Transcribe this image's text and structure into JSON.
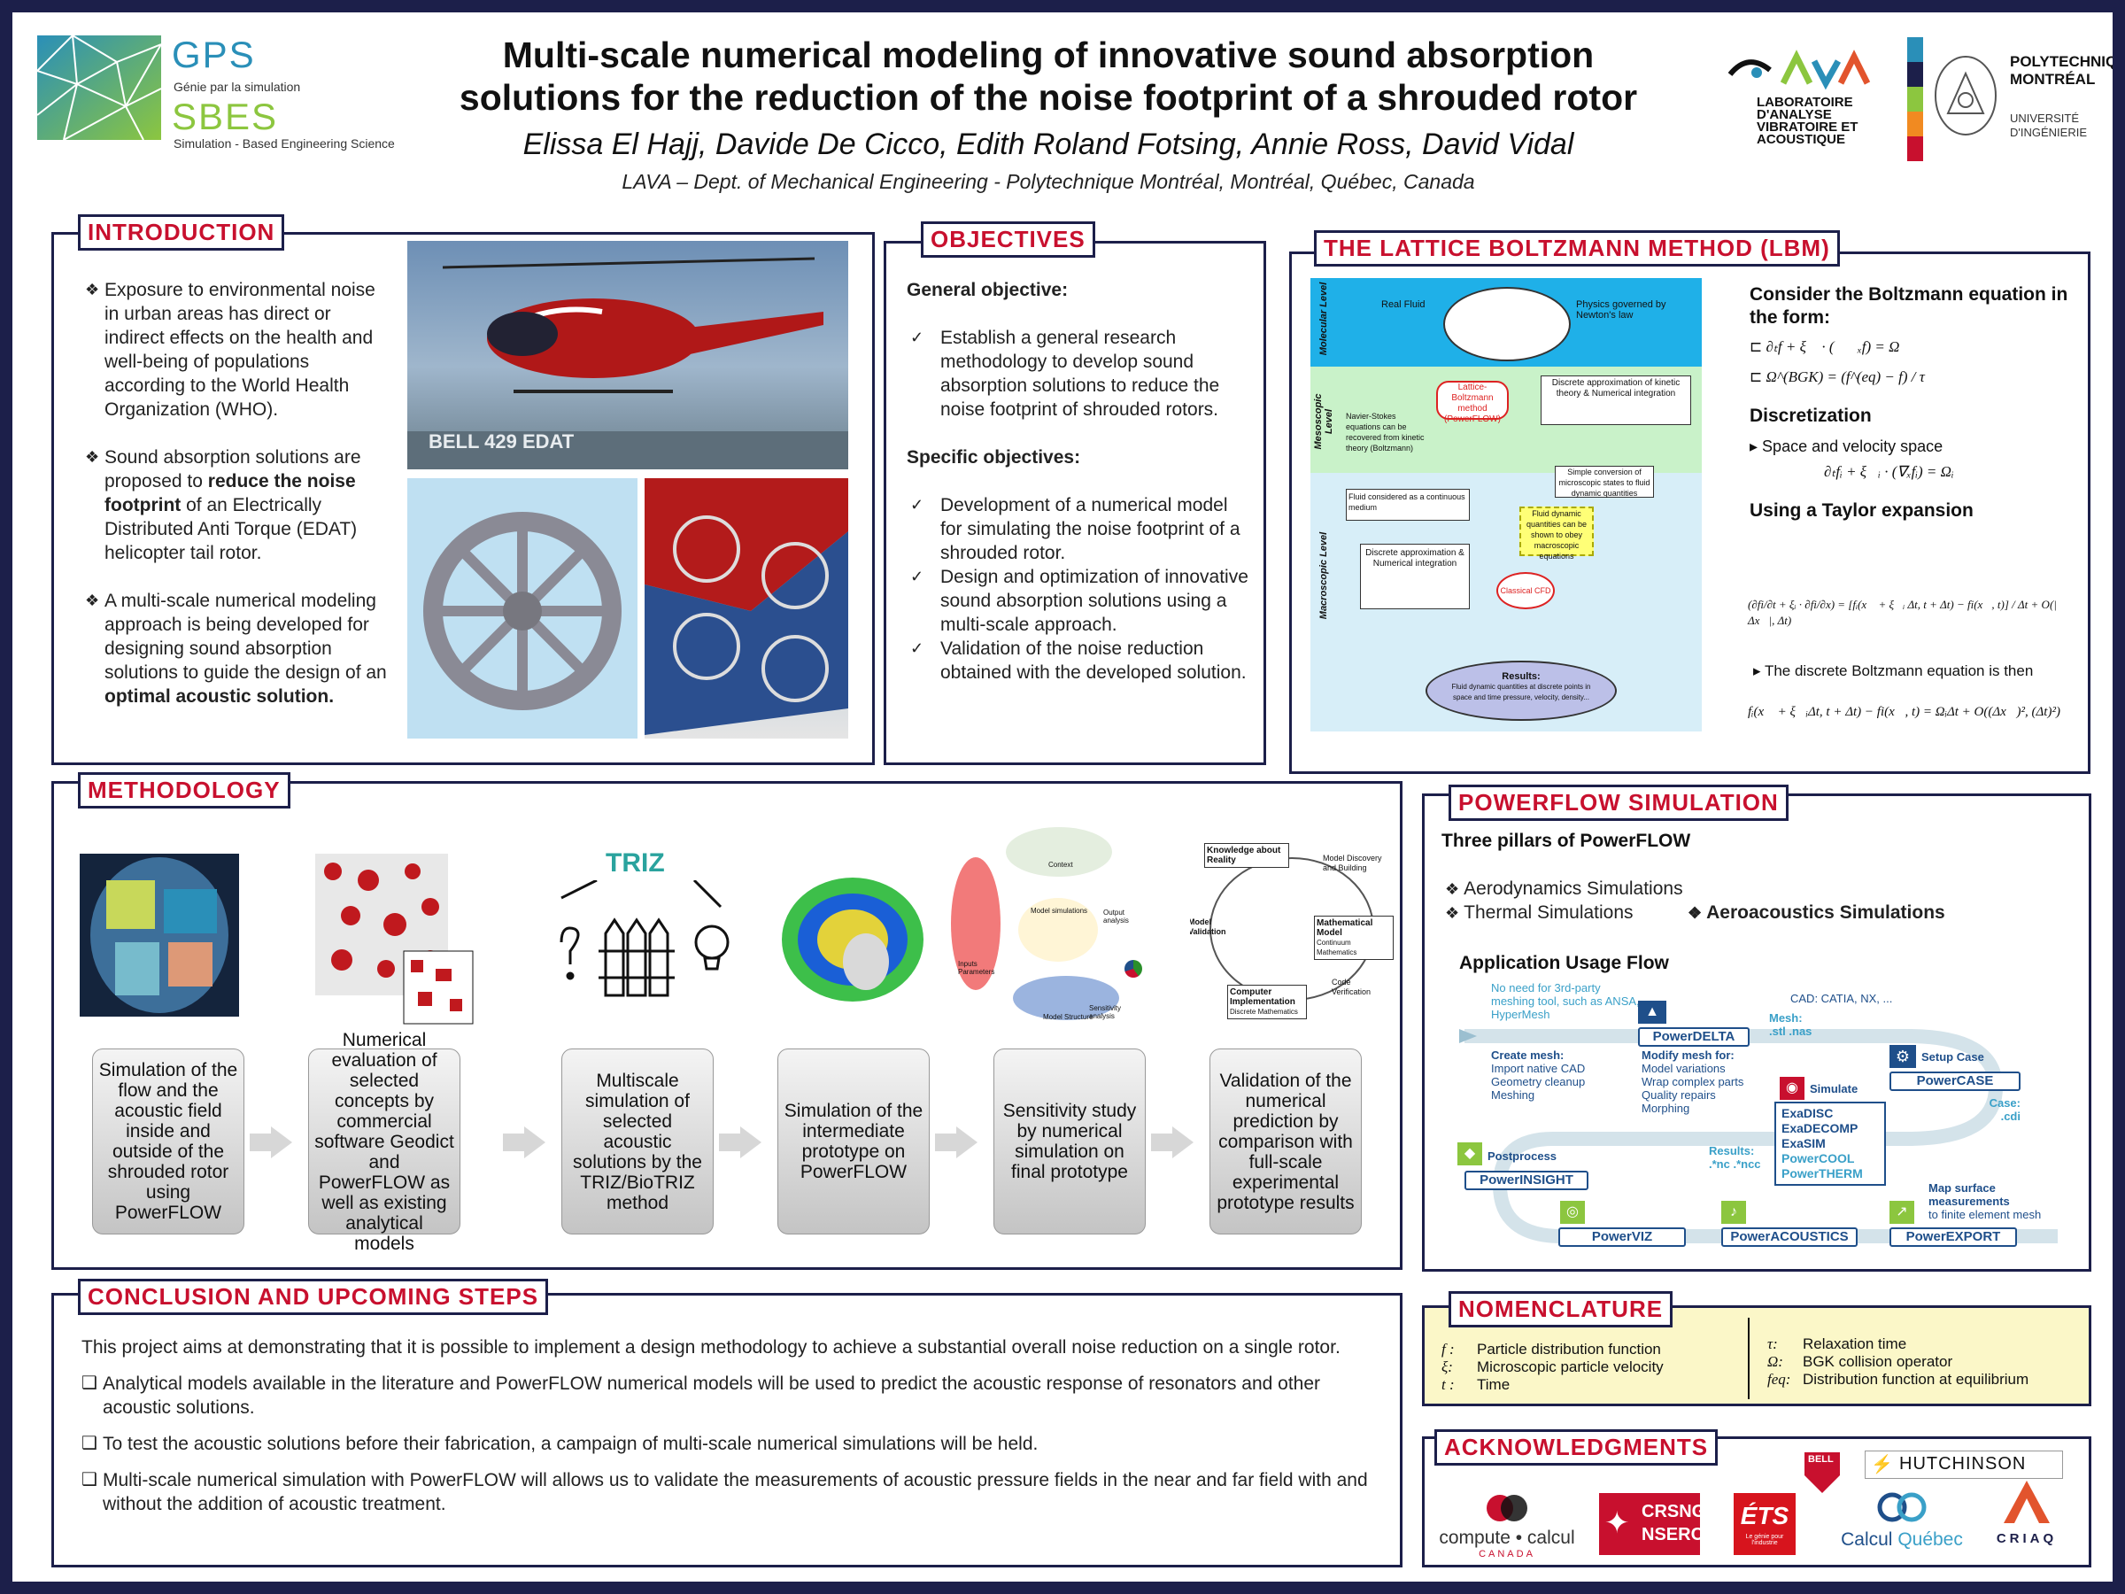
{
  "header": {
    "gps_name": "GPS",
    "gps_sub": "Génie par la simulation",
    "sbes_name": "SBES",
    "sbes_sub": "Simulation - Based Engineering Science",
    "title_line1": "Multi-scale numerical modeling of innovative sound absorption",
    "title_line2": "solutions for the reduction of the noise footprint of a shrouded rotor",
    "authors": "Elissa El Hajj, Davide De Cicco, Edith Roland Fotsing, Annie Ross, David Vidal",
    "affiliation": "LAVA – Dept. of Mechanical Engineering - Polytechnique Montréal, Montréal, Québec, Canada",
    "lava_lab": [
      "LABORATOIRE",
      "D'ANALYSE",
      "VIBRATOIRE ET",
      "ACOUSTIQUE"
    ],
    "poly_name": [
      "POLYTECHNIQUE",
      "MONTRÉAL"
    ],
    "poly_sub": [
      "UNIVERSITÉ",
      "D'INGÉNIERIE"
    ]
  },
  "introduction": {
    "title": "INTRODUCTION",
    "bullet1": "Exposure to environmental noise in urban areas has direct or indirect effects on the health and well-being of populations according to the World Health Organization (WHO).",
    "bullet2_a": "Sound absorption solutions are proposed to ",
    "bullet2_b": "reduce the noise footprint",
    "bullet2_c": " of an Electrically Distributed Anti Torque (EDAT) helicopter tail rotor.",
    "bullet3_a": "A multi-scale numerical modeling approach is being developed for designing sound absorption solutions to guide the design of an ",
    "bullet3_b": "optimal acoustic solution.",
    "heli_caption": "BELL 429 EDAT"
  },
  "objectives": {
    "title": "OBJECTIVES",
    "general_head": "General objective:",
    "general": "Establish a general research methodology to develop sound absorption solutions to reduce the noise footprint of shrouded rotors.",
    "specific_head": "Specific objectives:",
    "specific": [
      "Development of a numerical model for simulating the noise footprint of a shrouded rotor.",
      "Design and optimization of innovative sound absorption solutions using a multi-scale approach.",
      "Validation of the noise reduction obtained with the developed solution."
    ]
  },
  "lbm": {
    "title": "THE LATTICE BOLTZMANN METHOD (LBM)",
    "consider": "Consider the Boltzmann equation in the form:",
    "eq1": "∂ₜf + ξ⃗ · (∇⃗ₓf) = Ω",
    "eq2": "Ω^(BGK) = (f^(eq) − f) / τ",
    "discretization": "Discretization",
    "space": "Space and velocity space",
    "eq3": "∂ₜfᵢ + ξ⃗ᵢ · (∇ₓfᵢ) = Ωᵢ",
    "taylor": "Using a Taylor expansion",
    "eq4": "(∂fi/∂t + ξᵢ · ∂fi/∂x) = [fᵢ(x⃗ + ξ⃗ᵢ Δt, t + Δt) − fi(x⃗, t)] / Δt + O(|Δx⃗|, Δt)",
    "discrete": "The discrete Boltzmann equation is then",
    "eq5": "fᵢ(x⃗ + ξ⃗ᵢΔt, t + Δt) − fi(x⃗, t) =  ΩᵢΔt + O((Δx⃗)², (Δt)²)",
    "diagram": {
      "levels": [
        "Molecular Level",
        "Mesoscopic Level",
        "Macroscopic Level"
      ],
      "real_fluid": "Real Fluid",
      "newton": "Physics governed by Newton's law",
      "lbm_box": "Lattice-Boltzmann method (PowerFLOW)",
      "discrete_kinetic": "Discrete approximation of kinetic theory & Numerical integration",
      "ns_recover": "Navier-Stokes equations can be recovered from kinetic theory (Boltzmann)",
      "simple_conv": "Simple conversion of microscopic states to fluid dynamic quantities",
      "continuum": "Fluid considered as a continuous medium",
      "fluid_quant": "Fluid dynamic quantities can be shown to obey macroscopic equations",
      "discrete_approx": "Discrete approximation & Numerical integration",
      "classical_cfd": "Classical CFD",
      "results": "Results:",
      "results_sub": "Fluid dynamic quantities at discrete points in space and time pressure, velocity, density..."
    }
  },
  "methodology": {
    "title": "METHODOLOGY",
    "triz": "TRIZ",
    "steps": [
      "Simulation of the flow and the acoustic field inside and outside of the shrouded rotor using PowerFLOW",
      "Numerical evaluation of selected concepts by commercial software Geodict and PowerFLOW as well as existing analytical models",
      "Multiscale simulation of selected acoustic solutions by the TRIZ/BioTRIZ method",
      "Simulation of the intermediate prototype on PowerFLOW",
      "Sensitivity study by numerical simulation on final prototype",
      "Validation of the numerical prediction by comparison with full-scale experimental prototype results"
    ],
    "diagram_labels": {
      "knowledge": "Knowledge about Reality",
      "model_disc": "Model Discovery and Building",
      "math_model": "Mathematical Model",
      "continuum": "Continuum Mathematics",
      "comp_impl": "Computer Implementation",
      "discrete_math": "Discrete Mathematics",
      "model_valid": "Model Validation",
      "code_verif": "Code Verification",
      "model_sim": "Model simulations",
      "sens": "Sensitivity analysis",
      "output": "Output analysis",
      "inputs": "Inputs Parameters",
      "structure": "Model Structure",
      "context": "Context"
    }
  },
  "powerflow": {
    "title": "POWERFLOW SIMULATION",
    "pillars_head": "Three pillars of PowerFLOW",
    "pillar1": "Aerodynamics Simulations",
    "pillar2": "Thermal Simulations",
    "pillar3": "Aeroacoustics Simulations",
    "flow_head": "Application Usage Flow",
    "no_need": "No need for 3rd-party meshing tool, such as ANSA, HyperMesh",
    "cad": "CAD: CATIA, NX, ...",
    "create_mesh": "Create mesh:",
    "create_items": [
      "Import native CAD",
      "Geometry cleanup",
      "Meshing"
    ],
    "modify_mesh": "Modify mesh for:",
    "modify_items": [
      "Model variations",
      "Wrap complex parts",
      "Quality repairs",
      "Morphing"
    ],
    "mesh_ext": "Mesh: .stl .nas",
    "setup_case": "Setup Case",
    "case_ext": "Case: .cdi",
    "simulate": "Simulate",
    "sim_items": [
      "ExaDISC",
      "ExaDECOMP",
      "ExaSIM",
      "PowerCOOL",
      "PowerTHERM"
    ],
    "results_ext": "Results: .*nc .*ncc",
    "postprocess": "Postprocess",
    "map_surface": "Map surface measurements",
    "map_sub": "to finite element mesh",
    "tools": {
      "delta": "PowerDELTA",
      "case": "PowerCASE",
      "insight": "PowerINSIGHT",
      "viz": "PowerVIZ",
      "acoustics": "PowerACOUSTICS",
      "export": "PowerEXPORT"
    }
  },
  "conclusion": {
    "title": "CONCLUSION AND UPCOMING STEPS",
    "intro": "This project aims at demonstrating that it is possible to implement a design methodology to achieve a substantial overall noise reduction on a single rotor.",
    "items": [
      "Analytical models available in the literature and PowerFLOW numerical models will be used to predict the acoustic response of resonators and other acoustic solutions.",
      "To test the acoustic solutions before their fabrication, a campaign of multi-scale numerical simulations will be held.",
      "Multi-scale numerical simulation with PowerFLOW will allows us to validate the measurements of acoustic pressure fields in the near and far field with and without the addition of acoustic treatment."
    ]
  },
  "nomenclature": {
    "title": "NOMENCLATURE",
    "left": [
      {
        "sym": "f :",
        "def": "Particle distribution function"
      },
      {
        "sym": "ξ:",
        "def": "Microscopic particle velocity"
      },
      {
        "sym": "t :",
        "def": "Time"
      }
    ],
    "right": [
      {
        "sym": "τ:",
        "def": "Relaxation time"
      },
      {
        "sym": "Ω:",
        "def": "BGK collision operator"
      },
      {
        "sym": "feq:",
        "def": "Distribution function at equilibrium"
      }
    ]
  },
  "acknowledgments": {
    "title": "ACKNOWLEDGMENTS",
    "compute": "compute • calcul",
    "compute_sub": "CANADA",
    "crsng": "CRSNG",
    "nserc": "NSERC",
    "ets": "ÉTS",
    "ets_sub": "Le génie pour l'industrie",
    "calcul_qc_a": "Calcul ",
    "calcul_qc_b": "Québec",
    "criaq": "CRIAQ",
    "hutchinson": "HUTCHINSON",
    "bell": "BELL"
  },
  "colors": {
    "navy": "#1c1f4a",
    "red": "#c8102e",
    "blue": "#1f4f8a",
    "nomenclature_bg": "#fbf7c8"
  }
}
